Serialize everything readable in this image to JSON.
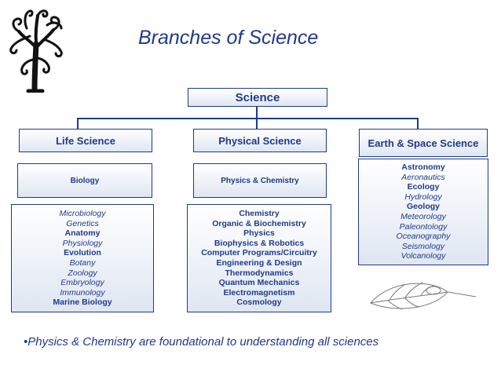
{
  "title": "Branches of Science",
  "root": "Science",
  "branches": [
    {
      "name": "Life Science",
      "field": "Biology",
      "items": [
        {
          "t": "Microbiology",
          "s": "i"
        },
        {
          "t": "Genetics",
          "s": "i"
        },
        {
          "t": "Anatomy",
          "s": "b"
        },
        {
          "t": "Physiology",
          "s": "i"
        },
        {
          "t": "Evolution",
          "s": "b"
        },
        {
          "t": "Botany",
          "s": "i"
        },
        {
          "t": "Zoology",
          "s": "i"
        },
        {
          "t": "Embryology",
          "s": "i"
        },
        {
          "t": "Immunology",
          "s": "i"
        },
        {
          "t": "Marine Biology",
          "s": "b"
        }
      ]
    },
    {
      "name": "Physical Science",
      "field": "Physics & Chemistry",
      "items": [
        {
          "t": "Chemistry",
          "s": "b"
        },
        {
          "t": "Organic & Biochemistry",
          "s": "b"
        },
        {
          "t": "Physics",
          "s": "b"
        },
        {
          "t": "Biophysics & Robotics",
          "s": "b"
        },
        {
          "t": "Computer Programs/Circuitry",
          "s": "b"
        },
        {
          "t": "Engineering & Design",
          "s": "b"
        },
        {
          "t": "Thermodynamics",
          "s": "b"
        },
        {
          "t": "Quantum Mechanics",
          "s": "b"
        },
        {
          "t": "Electromagnetism",
          "s": "b"
        },
        {
          "t": "Cosmology",
          "s": "b"
        }
      ]
    },
    {
      "name": "Earth & Space Science",
      "items": [
        {
          "t": "Astronomy",
          "s": "b"
        },
        {
          "t": "Aeronautics",
          "s": "i"
        },
        {
          "t": "Ecology",
          "s": "b"
        },
        {
          "t": "Hydrology",
          "s": "i"
        },
        {
          "t": "Geology",
          "s": "b"
        },
        {
          "t": "Meteorology",
          "s": "i"
        },
        {
          "t": "Paleontology",
          "s": "i"
        },
        {
          "t": "Oceanography",
          "s": "i"
        },
        {
          "t": "Seismology",
          "s": "i"
        },
        {
          "t": "Volcanology",
          "s": "i"
        }
      ]
    }
  ],
  "footnote": "•Physics & Chemistry are foundational to understanding all sciences",
  "colors": {
    "accent": "#1e3a8a",
    "box_fill": "#dfe6f2"
  },
  "icons": [
    "tree-icon",
    "leaf-icon"
  ]
}
